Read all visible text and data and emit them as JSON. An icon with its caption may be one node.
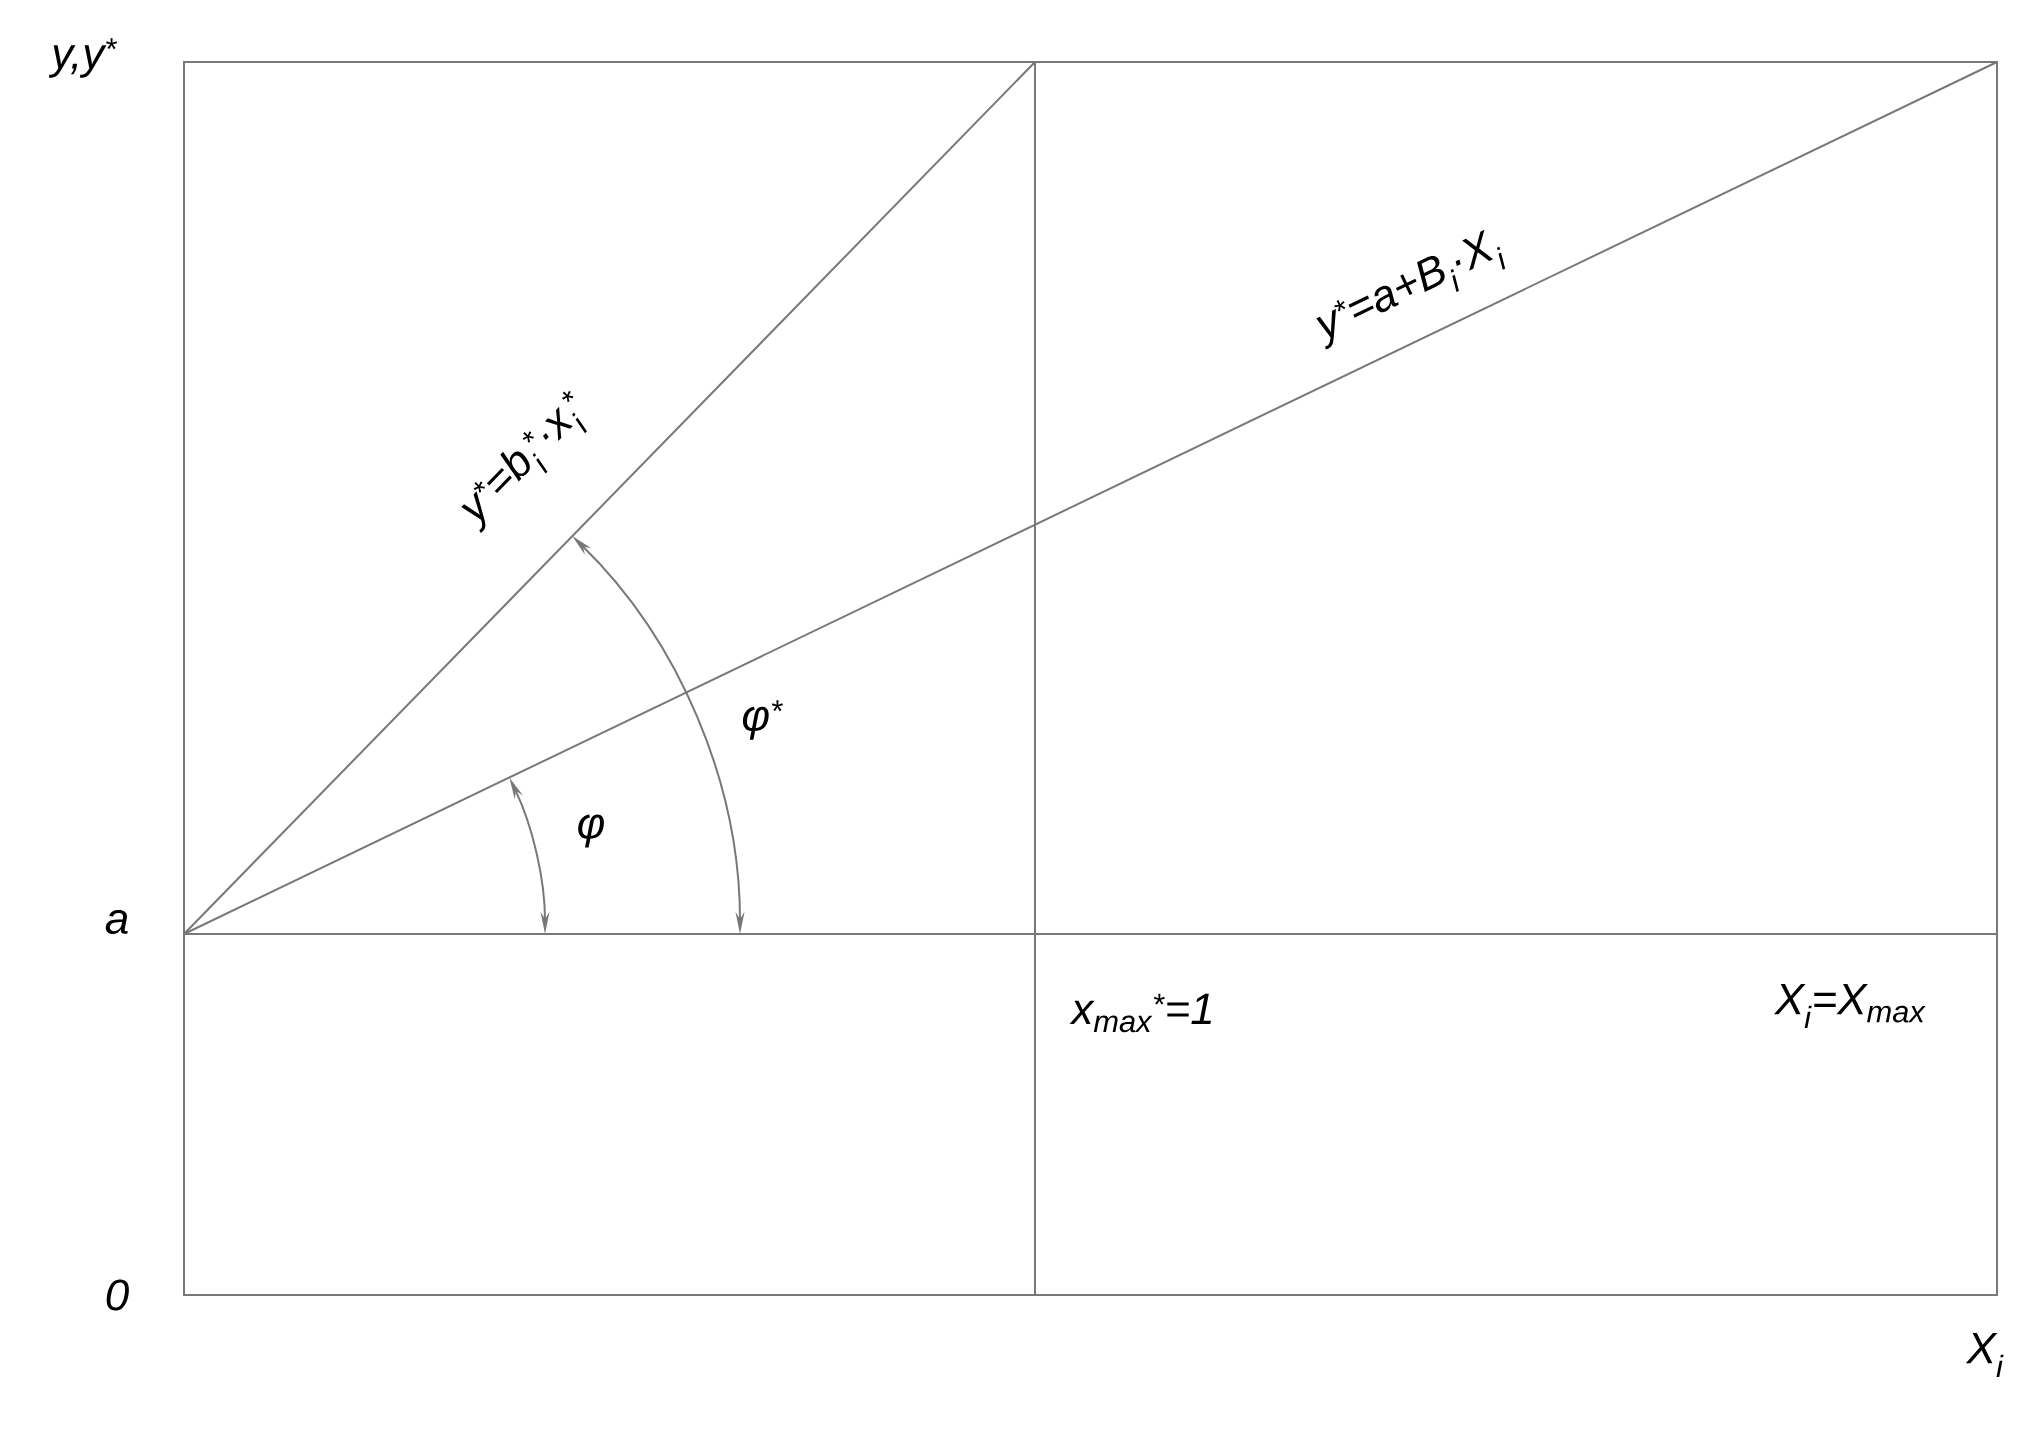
{
  "diagram": {
    "labels": [
      "y,y$^{*}$",
      "a",
      "0",
      "X$_{i}$",
      "y$^{*}$=b$_{i}$$^{*}$·x$_{i}$$^{*}$",
      "y$^{*}$=a+B$_{i}$·X$_{i}$",
      "φ",
      "φ$^{*}$",
      "x$_{max}$$^{*}$=1",
      "X$_{i}$=X$_{max}$"
    ]
  }
}
